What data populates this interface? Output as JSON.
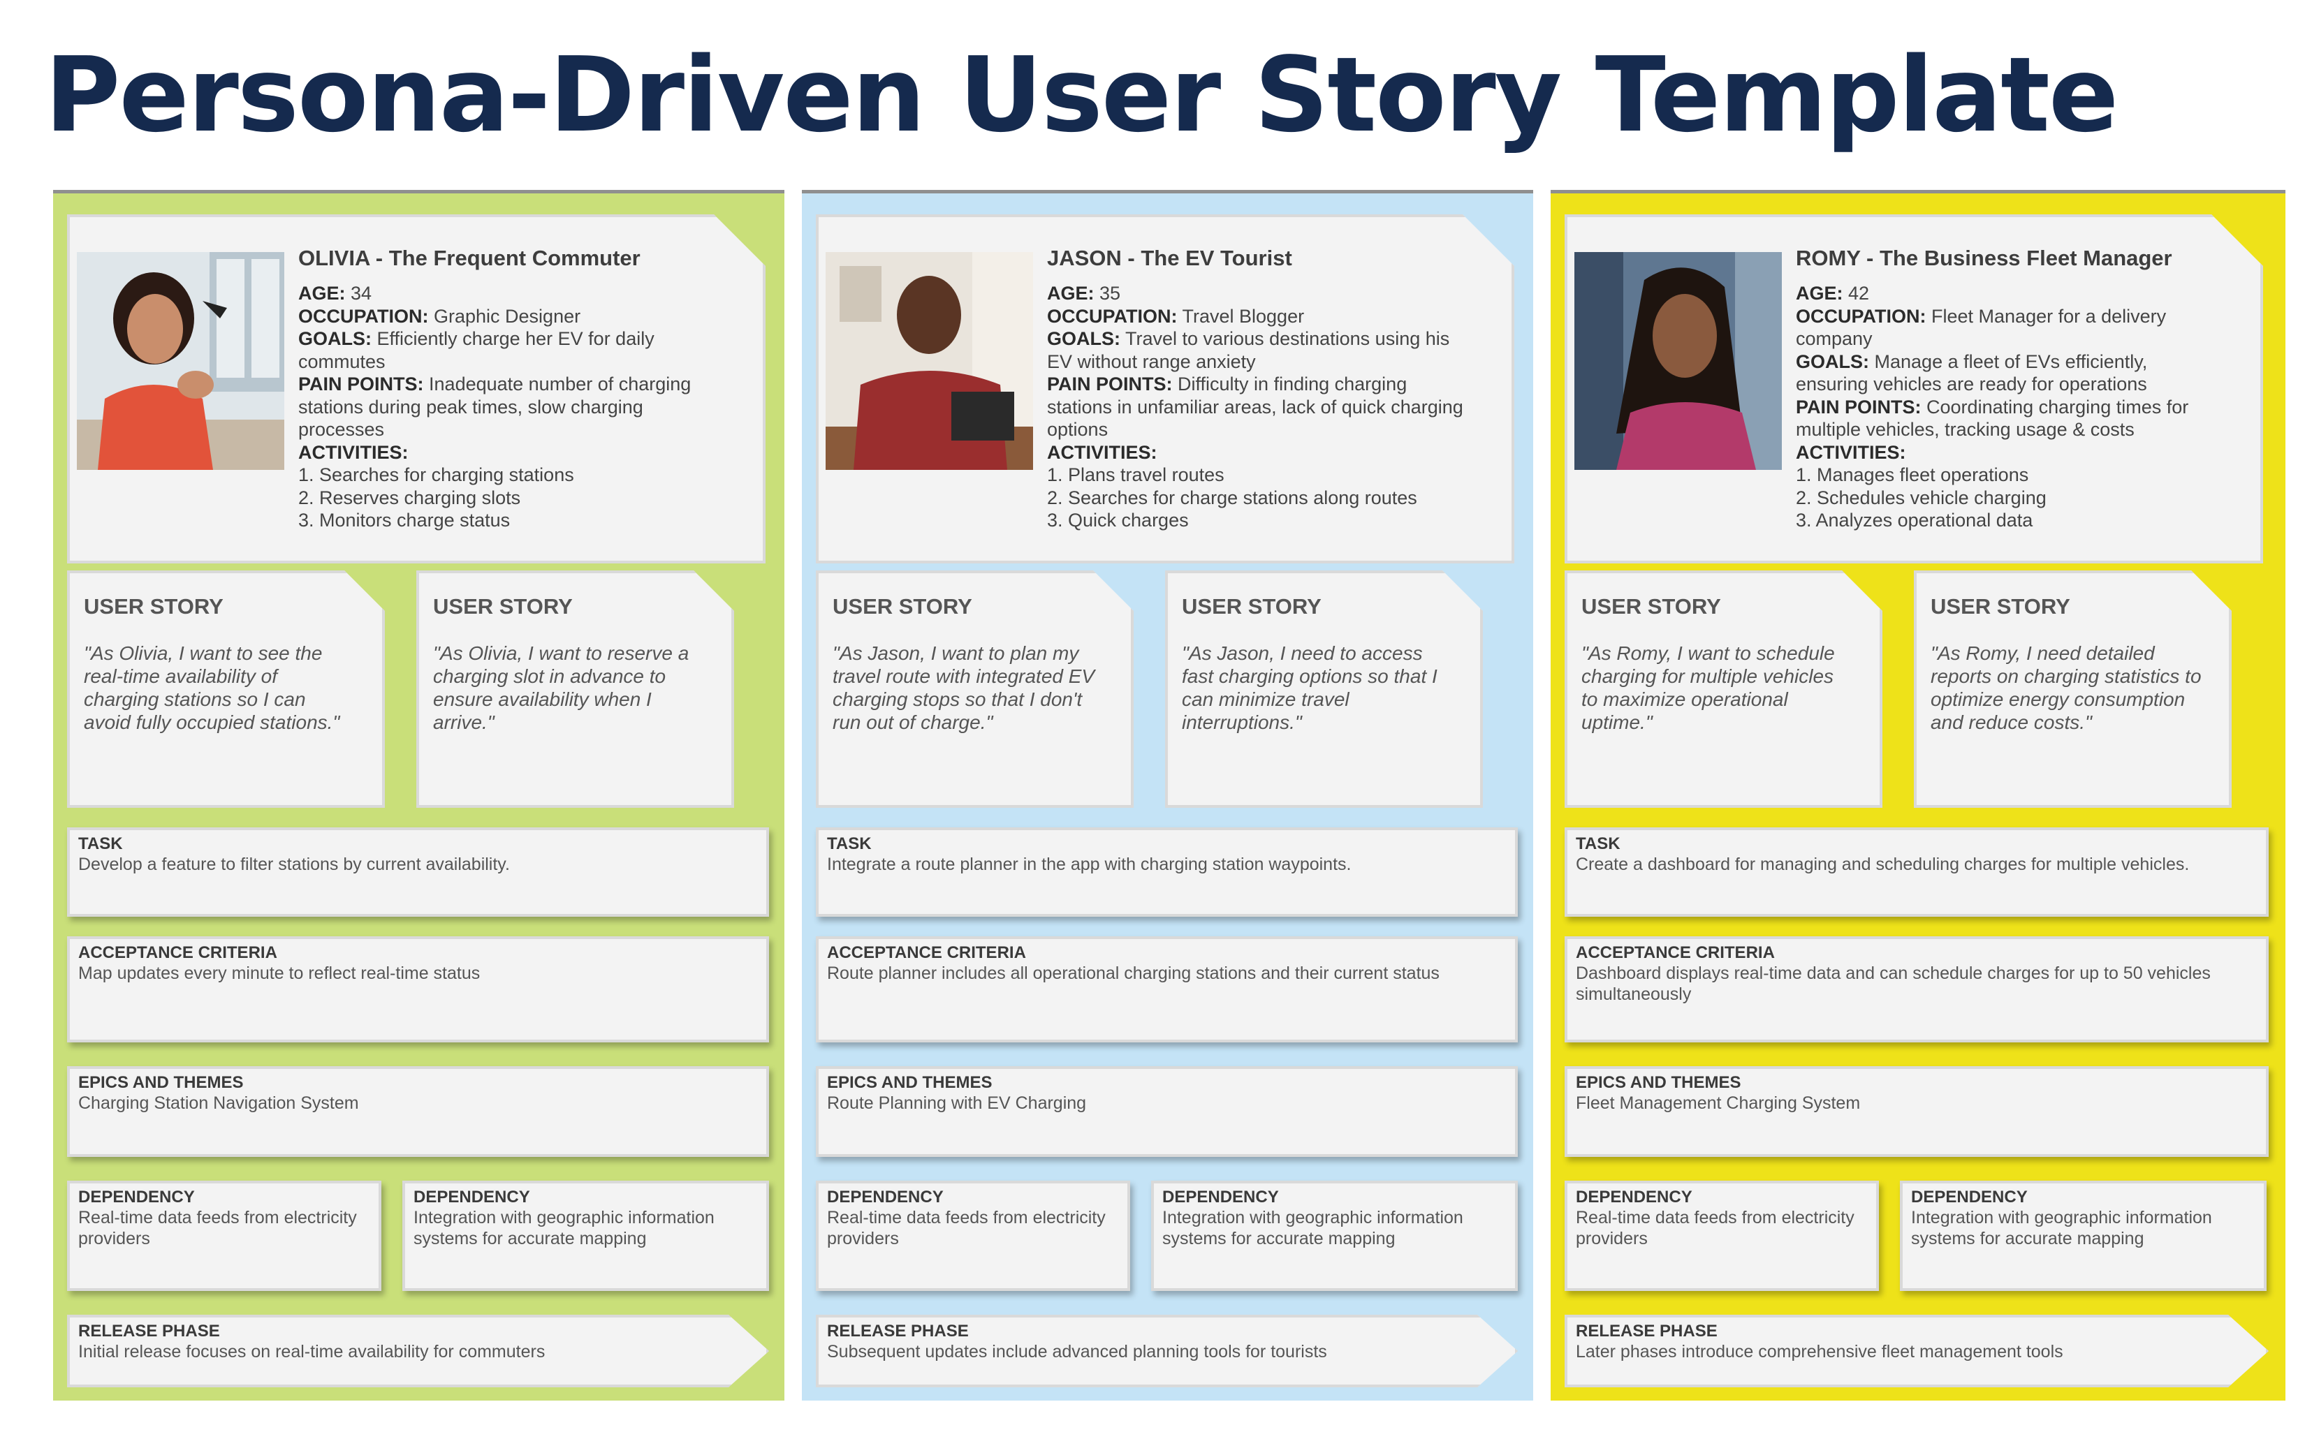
{
  "title": "Persona-Driven User Story Template",
  "colors": {
    "olivia_bg": "#c9df79",
    "jason_bg": "#c4e3f6",
    "romy_bg": "#eee219",
    "title": "#152a4e"
  },
  "personas": [
    {
      "name": "OLIVIA - The Frequent Commuter",
      "age_label": "AGE:",
      "age": "34",
      "occupation_label": "OCCUPATION:",
      "occupation": "Graphic Designer",
      "goals_label": "GOALS:",
      "goals": "Efficiently charge her EV for daily commutes",
      "pain_label": "PAIN POINTS:",
      "pain": "Inadequate number of charging stations during peak times, slow charging processes",
      "activities_label": "ACTIVITIES:",
      "activities": [
        "1. Searches for charging stations",
        "2. Reserves charging slots",
        "3. Monitors charge status"
      ],
      "story1_head": "USER STORY",
      "story1": "\"As Olivia, I want to see the real-time availability of charging stations so I can avoid fully occupied stations.\"",
      "story2_head": "USER STORY",
      "story2": "\"As Olivia, I want to reserve a charging slot in advance to ensure availability when I arrive.\"",
      "task_head": "TASK",
      "task": "Develop a feature to filter stations by current availability.",
      "accept_head": "ACCEPTANCE CRITERIA",
      "accept": "Map updates every minute to reflect real-time status",
      "epics_head": "EPICS AND THEMES",
      "epics": "Charging Station Navigation System",
      "dep1_head": "DEPENDENCY",
      "dep1": "Real-time data feeds from electricity providers",
      "dep2_head": "DEPENDENCY",
      "dep2": "Integration with geographic information systems for accurate mapping",
      "release_head": "RELEASE PHASE",
      "release": "Initial release focuses on real-time availability for commuters"
    },
    {
      "name": "JASON - The EV Tourist",
      "age_label": "AGE:",
      "age": "35",
      "occupation_label": "OCCUPATION:",
      "occupation": "Travel Blogger",
      "goals_label": "GOALS:",
      "goals": "Travel to various destinations using his EV without range anxiety",
      "pain_label": "PAIN POINTS:",
      "pain": "Difficulty in finding charging stations in unfamiliar areas, lack of quick charging options",
      "activities_label": "ACTIVITIES:",
      "activities": [
        "1. Plans travel routes",
        "2. Searches for charge stations along routes",
        "3. Quick charges"
      ],
      "story1_head": "USER STORY",
      "story1": "\"As Jason, I want to plan my travel route with integrated EV charging stops so that I don't run out of charge.\"",
      "story2_head": "USER STORY",
      "story2": "\"As Jason, I need to access fast charging options so that I can minimize travel interruptions.\"",
      "task_head": "TASK",
      "task": "Integrate a route planner in the app with charging station waypoints.",
      "accept_head": "ACCEPTANCE CRITERIA",
      "accept": "Route planner includes all operational charging stations and their current status",
      "epics_head": "EPICS AND THEMES",
      "epics": "Route Planning with EV Charging",
      "dep1_head": "DEPENDENCY",
      "dep1": "Real-time data feeds from electricity providers",
      "dep2_head": "DEPENDENCY",
      "dep2": "Integration with geographic information systems for accurate mapping",
      "release_head": "RELEASE PHASE",
      "release": "Subsequent updates include advanced planning tools for tourists"
    },
    {
      "name": "ROMY - The Business Fleet Manager",
      "age_label": "AGE:",
      "age": "42",
      "occupation_label": "OCCUPATION:",
      "occupation": "Fleet Manager for a delivery company",
      "goals_label": "GOALS:",
      "goals": "Manage a fleet of EVs efficiently, ensuring vehicles are ready for operations",
      "pain_label": "PAIN POINTS:",
      "pain": "Coordinating charging times for multiple vehicles, tracking usage & costs",
      "activities_label": "ACTIVITIES:",
      "activities": [
        "1. Manages fleet operations",
        "2. Schedules vehicle charging",
        "3. Analyzes operational data"
      ],
      "story1_head": "USER STORY",
      "story1": "\"As Romy, I want to schedule charging for multiple vehicles to maximize operational uptime.\"",
      "story2_head": "USER STORY",
      "story2": "\"As Romy, I need detailed reports on charging statistics to optimize energy consumption and reduce costs.\"",
      "task_head": "TASK",
      "task": "Create a dashboard for managing and scheduling charges for multiple vehicles.",
      "accept_head": "ACCEPTANCE CRITERIA",
      "accept": "Dashboard displays real-time data and can schedule charges for up to 50 vehicles simultaneously",
      "epics_head": "EPICS AND THEMES",
      "epics": "Fleet Management Charging System",
      "dep1_head": "DEPENDENCY",
      "dep1": "Real-time data feeds from electricity providers",
      "dep2_head": "DEPENDENCY",
      "dep2": "Integration with geographic information systems for accurate mapping",
      "release_head": "RELEASE PHASE",
      "release": "Later phases introduce comprehensive fleet management tools"
    }
  ]
}
